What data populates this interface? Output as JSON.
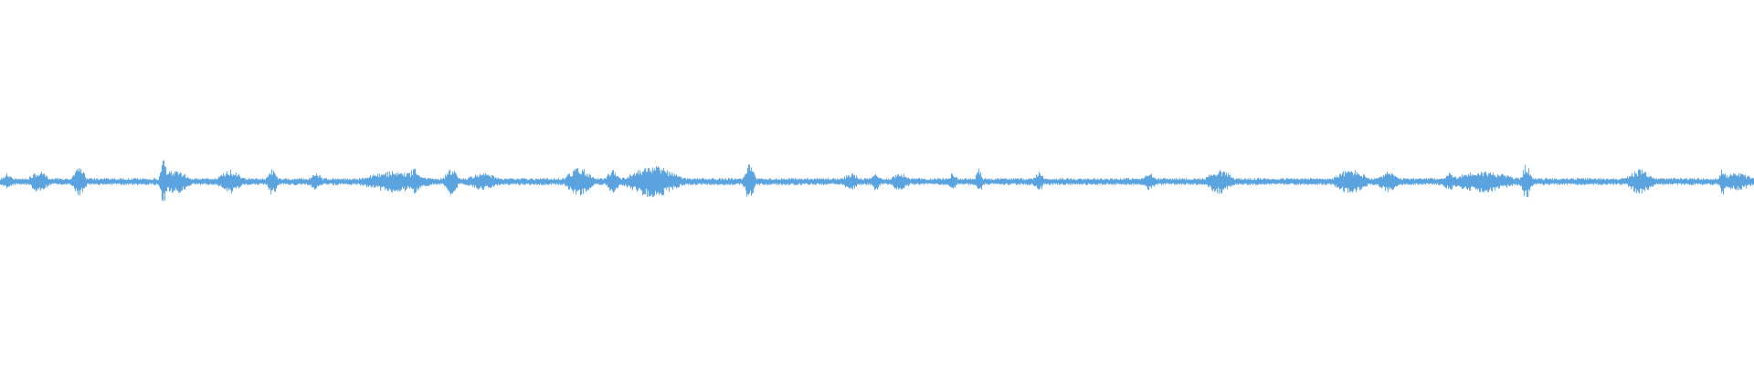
{
  "waveform": {
    "color": "#5aa3de",
    "background": "#ffffff",
    "baseline_level": 0.02,
    "bursts": [
      {
        "center": 0.004,
        "width": 0.003,
        "level": 0.05
      },
      {
        "center": 0.022,
        "width": 0.006,
        "level": 0.06
      },
      {
        "center": 0.045,
        "width": 0.004,
        "level": 0.08
      },
      {
        "center": 0.093,
        "width": 0.002,
        "level": 0.13
      },
      {
        "center": 0.1,
        "width": 0.008,
        "level": 0.07
      },
      {
        "center": 0.131,
        "width": 0.007,
        "level": 0.07
      },
      {
        "center": 0.155,
        "width": 0.003,
        "level": 0.08
      },
      {
        "center": 0.18,
        "width": 0.004,
        "level": 0.05
      },
      {
        "center": 0.225,
        "width": 0.02,
        "level": 0.06
      },
      {
        "center": 0.236,
        "width": 0.003,
        "level": 0.09
      },
      {
        "center": 0.257,
        "width": 0.004,
        "level": 0.08
      },
      {
        "center": 0.275,
        "width": 0.01,
        "level": 0.05
      },
      {
        "center": 0.33,
        "width": 0.008,
        "level": 0.08
      },
      {
        "center": 0.349,
        "width": 0.004,
        "level": 0.07
      },
      {
        "center": 0.372,
        "width": 0.015,
        "level": 0.09
      },
      {
        "center": 0.427,
        "width": 0.003,
        "level": 0.11
      },
      {
        "center": 0.485,
        "width": 0.005,
        "level": 0.05
      },
      {
        "center": 0.499,
        "width": 0.003,
        "level": 0.05
      },
      {
        "center": 0.513,
        "width": 0.006,
        "level": 0.05
      },
      {
        "center": 0.543,
        "width": 0.003,
        "level": 0.05
      },
      {
        "center": 0.558,
        "width": 0.002,
        "level": 0.08
      },
      {
        "center": 0.592,
        "width": 0.003,
        "level": 0.06
      },
      {
        "center": 0.655,
        "width": 0.004,
        "level": 0.05
      },
      {
        "center": 0.695,
        "width": 0.008,
        "level": 0.07
      },
      {
        "center": 0.77,
        "width": 0.01,
        "level": 0.07
      },
      {
        "center": 0.791,
        "width": 0.006,
        "level": 0.06
      },
      {
        "center": 0.826,
        "width": 0.004,
        "level": 0.05
      },
      {
        "center": 0.845,
        "width": 0.02,
        "level": 0.06
      },
      {
        "center": 0.87,
        "width": 0.003,
        "level": 0.1
      },
      {
        "center": 0.935,
        "width": 0.008,
        "level": 0.07
      },
      {
        "center": 0.982,
        "width": 0.002,
        "level": 0.08
      },
      {
        "center": 0.99,
        "width": 0.01,
        "level": 0.05
      }
    ]
  }
}
